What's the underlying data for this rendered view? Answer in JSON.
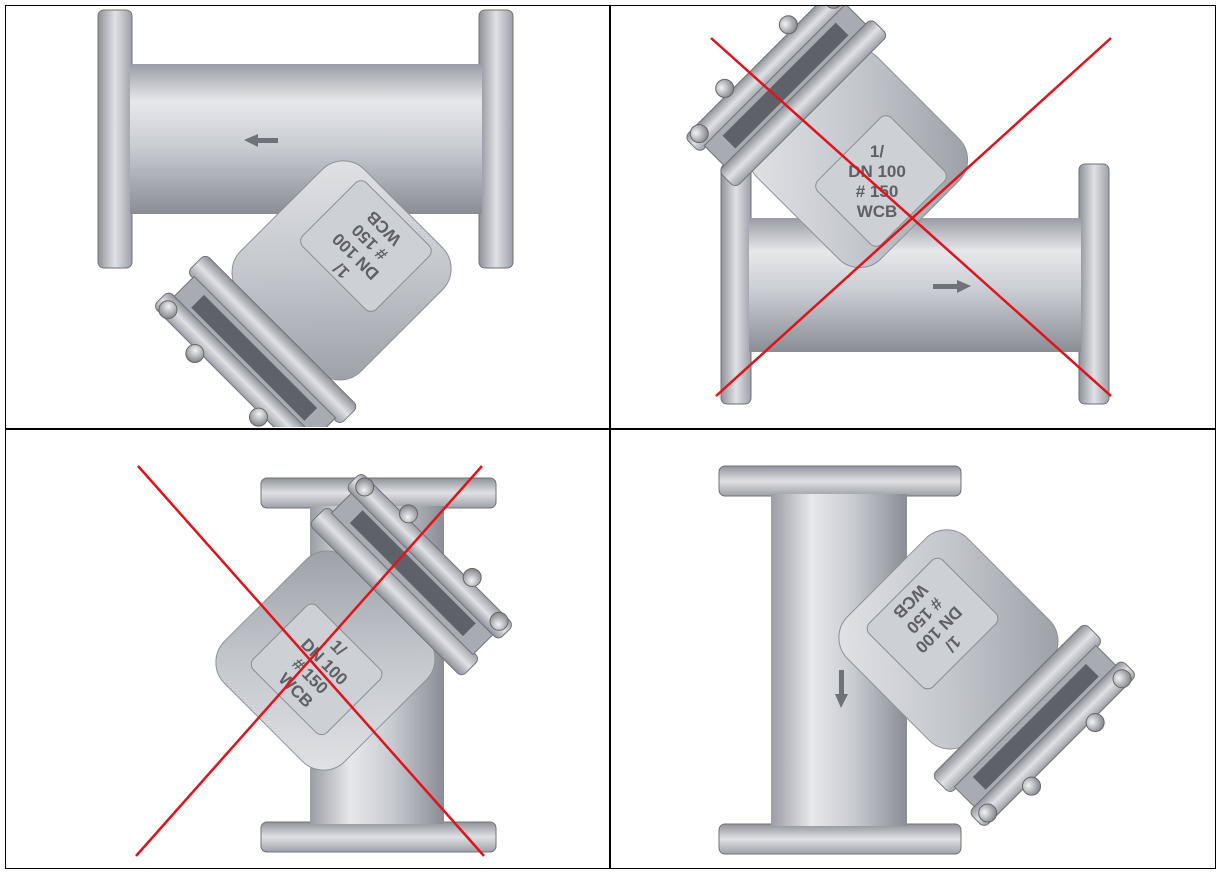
{
  "colors": {
    "cross": "#e3121a",
    "body_light": "#e4e6ea",
    "body_mid": "#b8bbc2",
    "body_dark": "#7d8087",
    "grid": "#000000"
  },
  "plate": {
    "line1": "DN 100",
    "line2": "# 150",
    "line3": "WCB",
    "symbol": "1/"
  },
  "panels": [
    {
      "id": "top-left",
      "orientation": "horizontal-flow-left",
      "crossed": false
    },
    {
      "id": "top-right",
      "orientation": "horizontal-flow-right-screen-up",
      "crossed": true
    },
    {
      "id": "bottom-left",
      "orientation": "vertical-flow-up",
      "crossed": true
    },
    {
      "id": "bottom-right",
      "orientation": "vertical-flow-down",
      "crossed": false
    }
  ]
}
